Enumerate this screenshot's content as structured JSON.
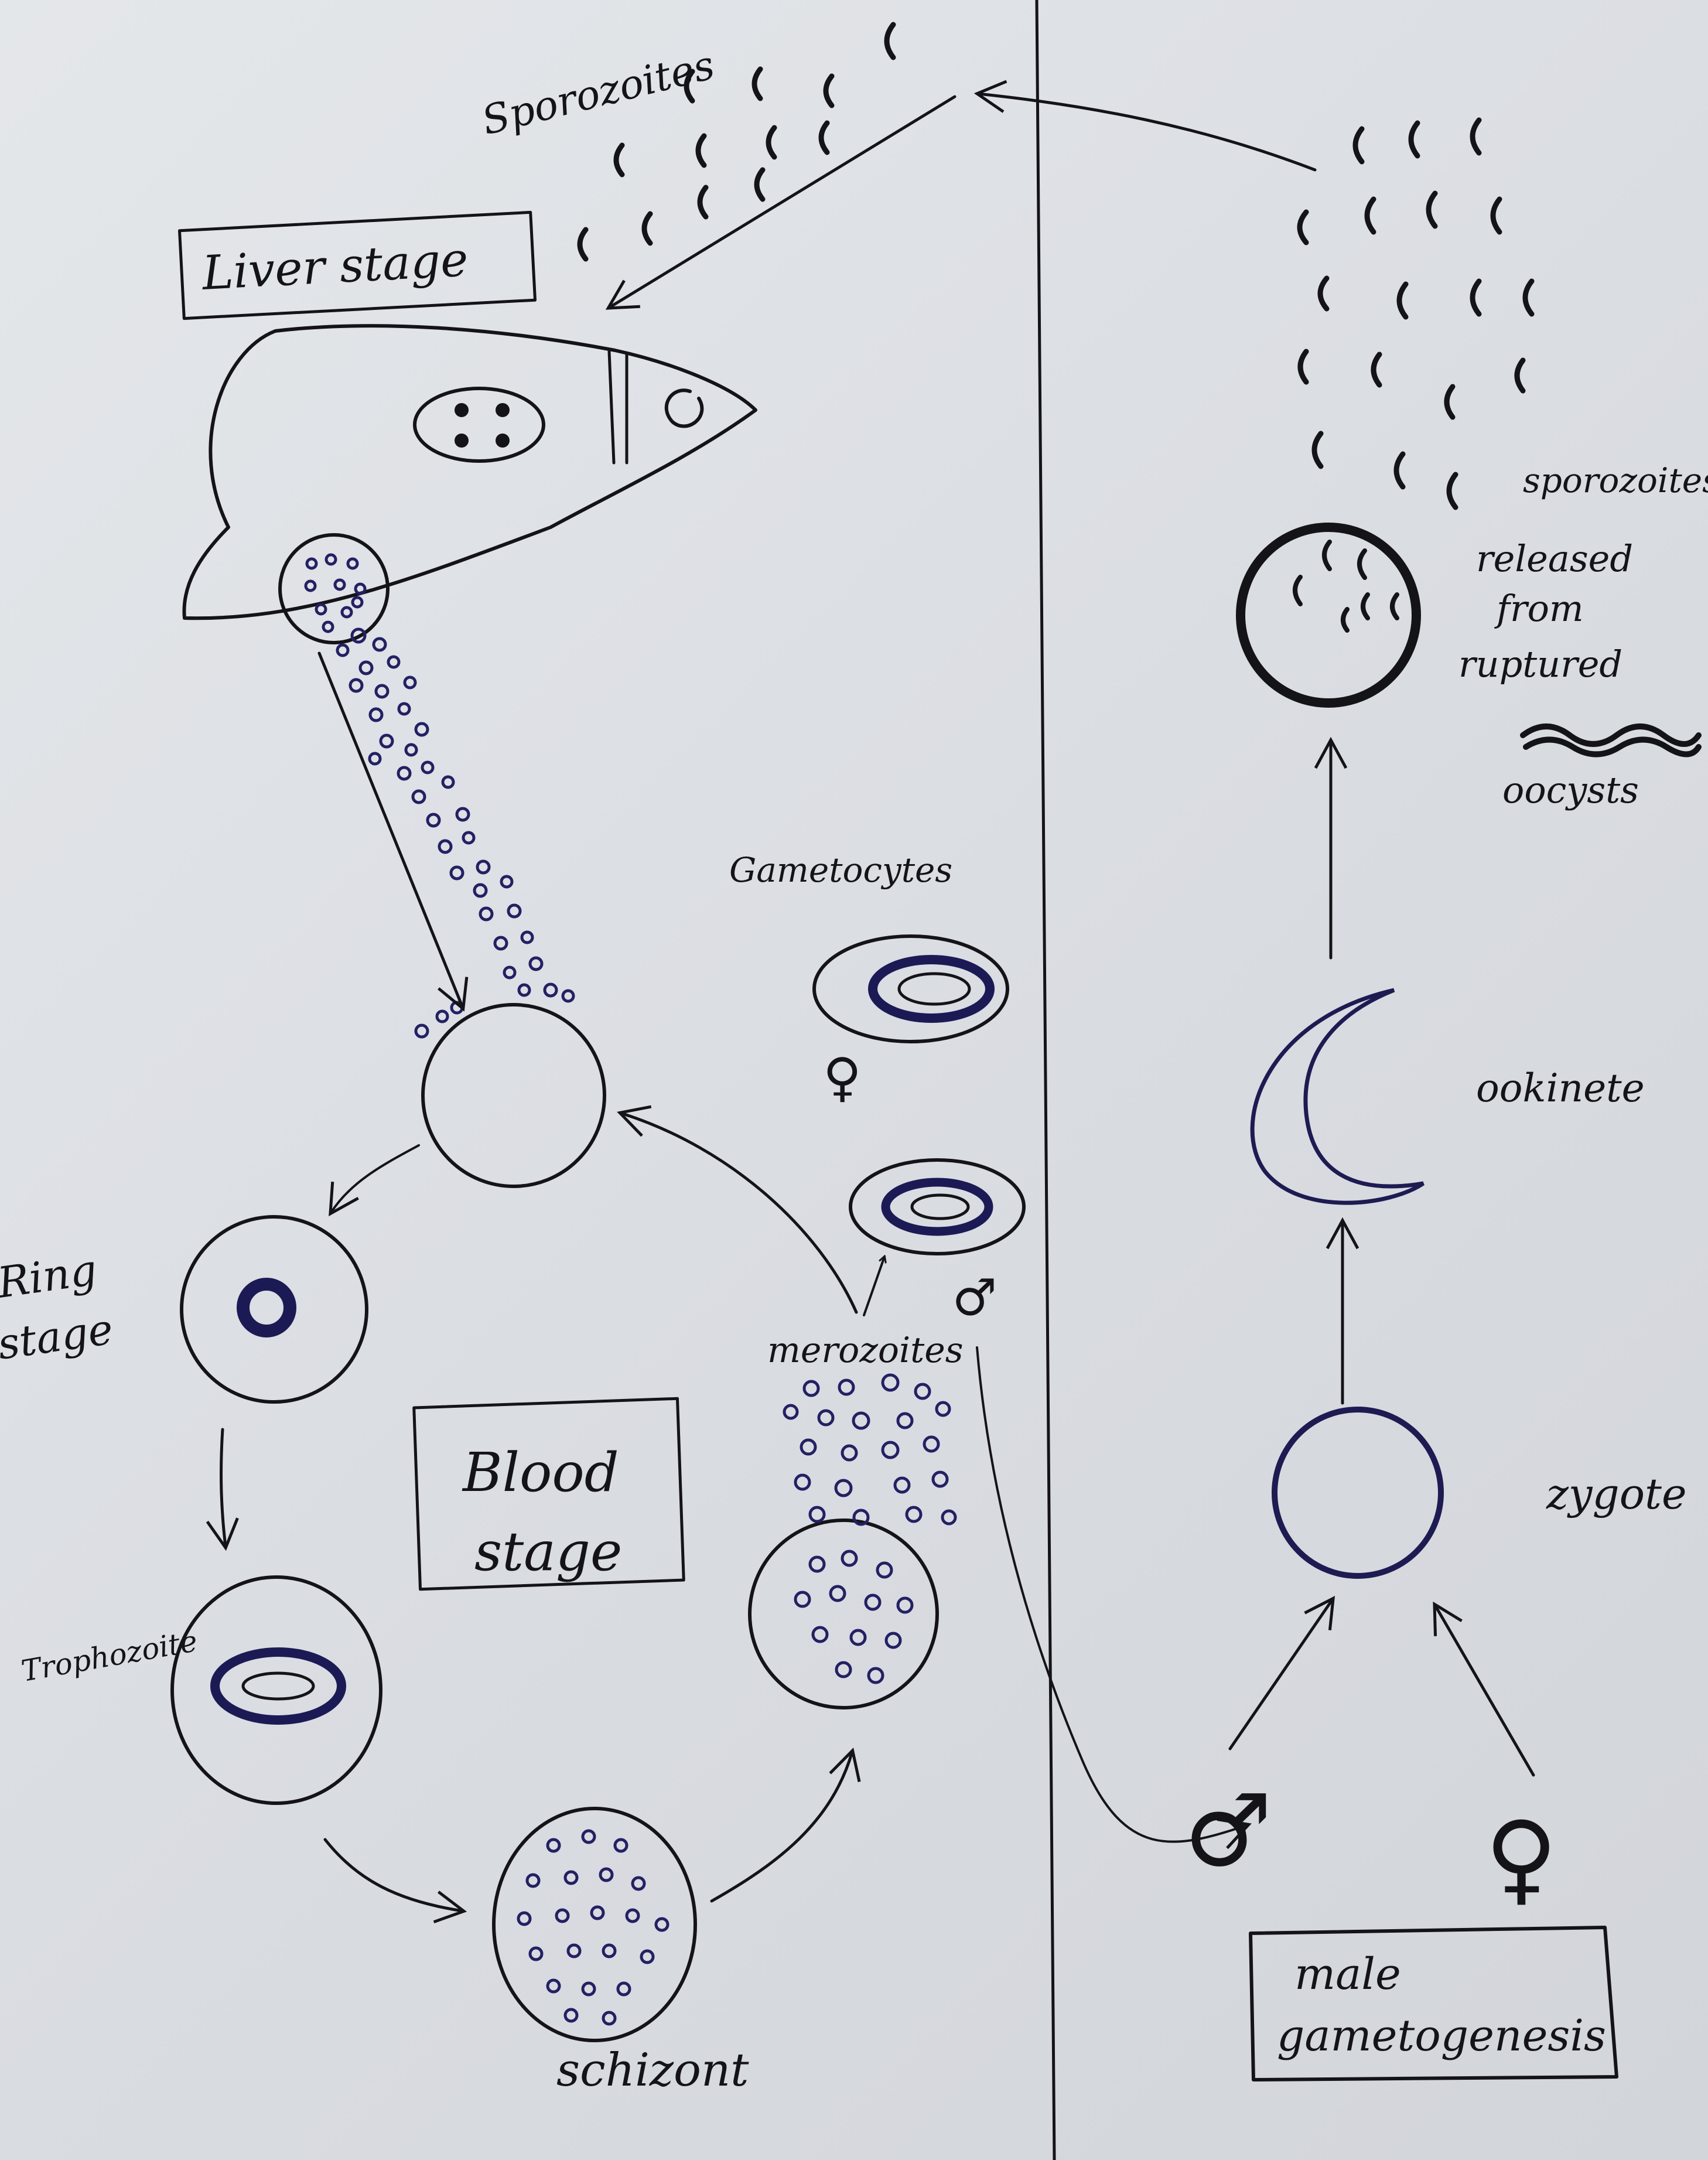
{
  "labels": {
    "sporozoites_top": "Sporozoites",
    "liver_stage": "Liver stage",
    "gametocytes": "Gametocytes",
    "female_symbol": "♀",
    "male_symbol": "♂",
    "ring_stage_1": "Ring",
    "ring_stage_2": "stage",
    "blood_stage_1": "Blood",
    "blood_stage_2": "stage",
    "trophozoite": "Trophozoite",
    "merozoites": "merozoites",
    "schizont": "schizont",
    "sporozoites_right": "sporozoites",
    "released_1": "released",
    "released_2": "from",
    "released_3": "ruptured",
    "released_4": "oocysts",
    "ookinete": "ookinete",
    "zygote": "zygote",
    "male_gametogenesis_1": "male",
    "male_gametogenesis_2": "gametogenesis"
  },
  "colors": {
    "ink": "#141418",
    "blue_ink": "#232063",
    "paper": "#dde0e4"
  }
}
